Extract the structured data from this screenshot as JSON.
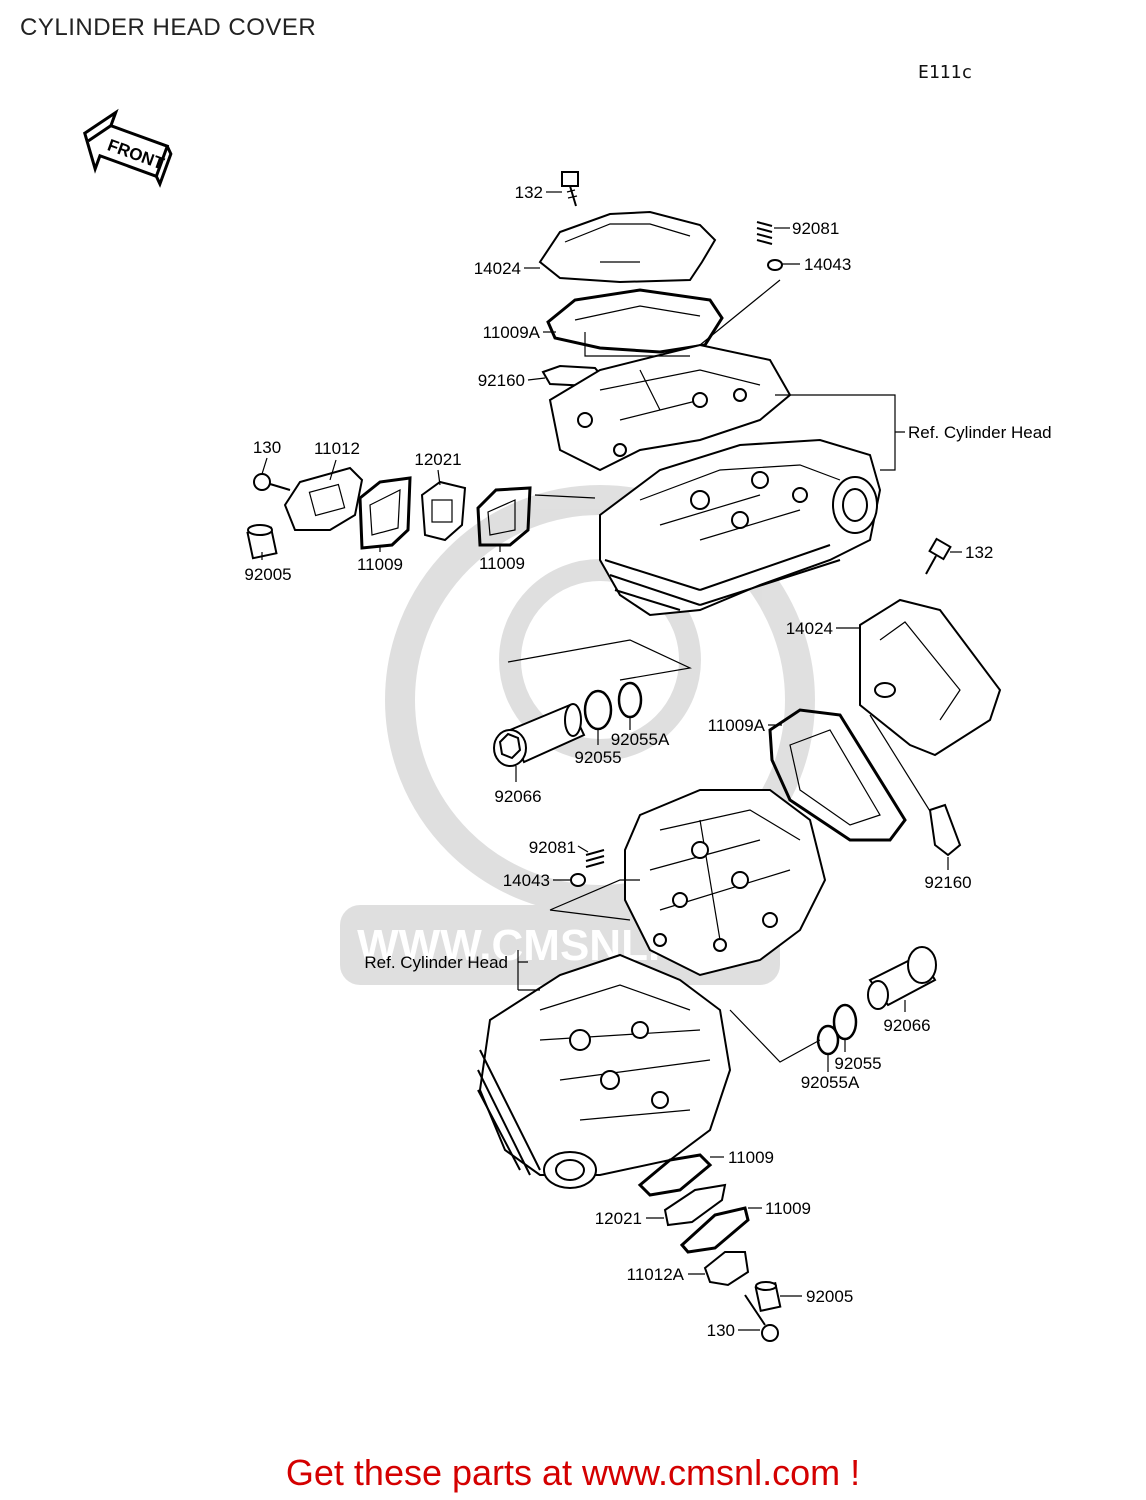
{
  "title": "CYLINDER HEAD COVER",
  "diagram_code": "E111c",
  "front_arrow": "FRONT",
  "watermark": "WWW.CMSNL.COM",
  "footer": "Get these parts at www.cmsnl.com !",
  "labels": {
    "p132_top": "132",
    "p14024_top": "14024",
    "p92081_top": "92081",
    "p14043_top": "14043",
    "p11009A_top": "11009A",
    "p92160_top": "92160",
    "ref_cyl_head_top": "Ref. Cylinder Head",
    "p130_left": "130",
    "p11012": "11012",
    "p12021_top": "12021",
    "p92005_left": "92005",
    "p11009_left1": "11009",
    "p11009_left2": "11009",
    "p132_right": "132",
    "p14024_right": "14024",
    "p11009A_right": "11009A",
    "p92055A_mid": "92055A",
    "p92055_mid": "92055",
    "p92066_left": "92066",
    "p92160_right": "92160",
    "p92081_mid": "92081",
    "p14043_mid": "14043",
    "ref_cyl_head_bottom": "Ref. Cylinder Head",
    "p92066_right": "92066",
    "p92055_right": "92055",
    "p92055A_right": "92055A",
    "p11009_bottom1": "11009",
    "p12021_bottom": "12021",
    "p11009_bottom2": "11009",
    "p11012A": "11012A",
    "p92005_bottom": "92005",
    "p130_bottom": "130"
  }
}
